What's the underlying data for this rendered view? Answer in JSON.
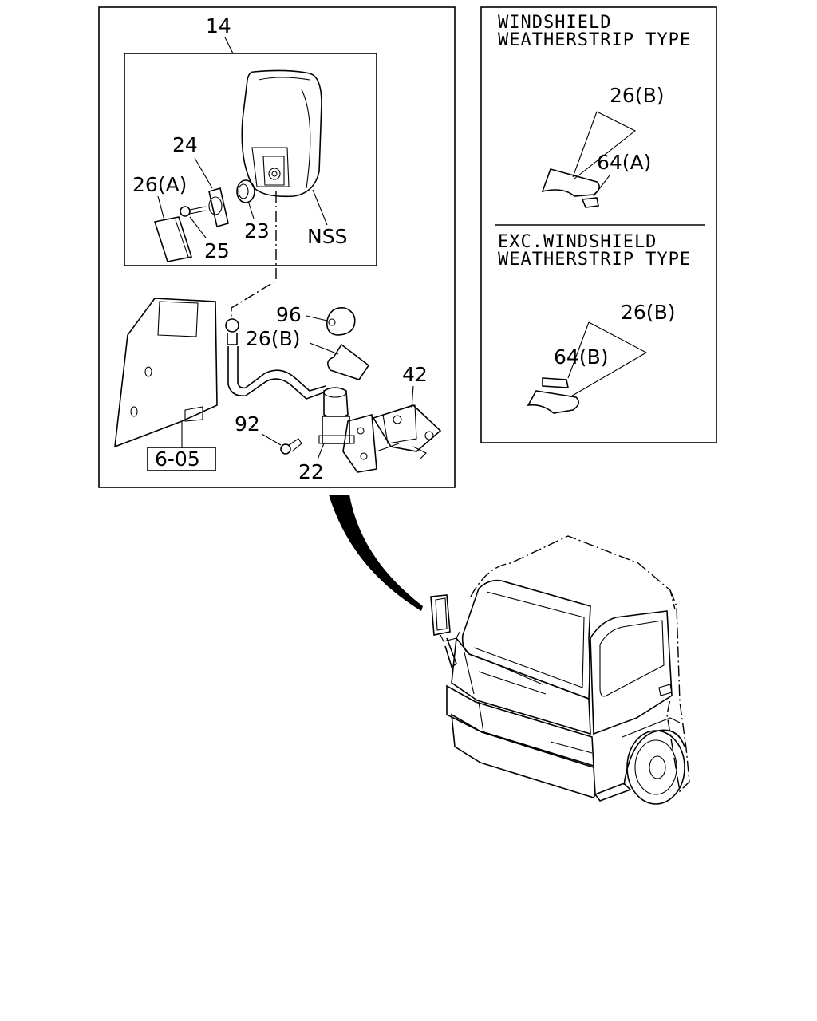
{
  "main_panel": {
    "callout_14": "14",
    "callout_24": "24",
    "callout_26a": "26(A)",
    "callout_25": "25",
    "callout_23": "23",
    "callout_nss": "NSS",
    "callout_96": "96",
    "callout_26b": "26(B)",
    "callout_42": "42",
    "callout_92": "92",
    "callout_22": "22",
    "ref_box": "6-05"
  },
  "inset_top": {
    "title_line1": "WINDSHIELD",
    "title_line2": "WEATHERSTRIP TYPE",
    "callout_26b": "26(B)",
    "callout_64a": "64(A)"
  },
  "inset_bottom": {
    "title_line1": "EXC.WINDSHIELD",
    "title_line2": "WEATHERSTRIP TYPE",
    "callout_26b": "26(B)",
    "callout_64b": "64(B)"
  }
}
